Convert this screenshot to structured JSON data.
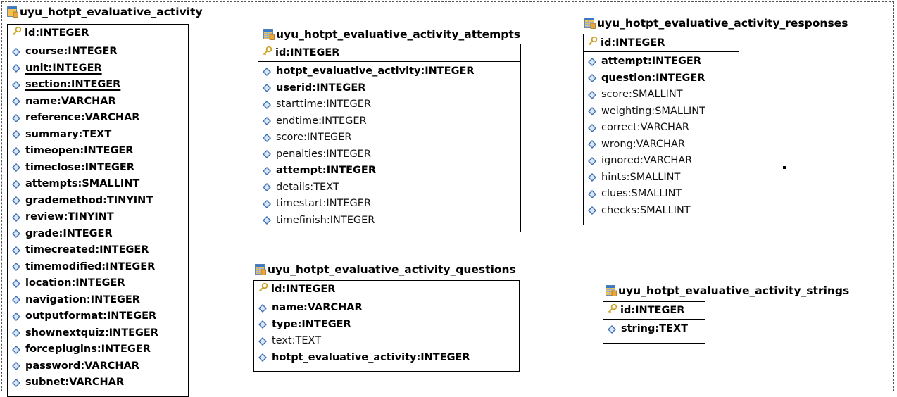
{
  "entities": {
    "activity": {
      "title": "uyu_hotpt_evaluative_activity",
      "pk": "id:INTEGER",
      "fields": [
        {
          "label": "course:INTEGER",
          "bold": true
        },
        {
          "label": "unit:INTEGER",
          "bold": true,
          "underline": true
        },
        {
          "label": "section:INTEGER",
          "bold": true,
          "underline": true
        },
        {
          "label": "name:VARCHAR",
          "bold": true
        },
        {
          "label": "reference:VARCHAR",
          "bold": true
        },
        {
          "label": "summary:TEXT",
          "bold": true
        },
        {
          "label": "timeopen:INTEGER",
          "bold": true
        },
        {
          "label": "timeclose:INTEGER",
          "bold": true
        },
        {
          "label": "attempts:SMALLINT",
          "bold": true
        },
        {
          "label": "grademethod:TINYINT",
          "bold": true
        },
        {
          "label": "review:TINYINT",
          "bold": true
        },
        {
          "label": "grade:INTEGER",
          "bold": true
        },
        {
          "label": "timecreated:INTEGER",
          "bold": true
        },
        {
          "label": "timemodified:INTEGER",
          "bold": true
        },
        {
          "label": "location:INTEGER",
          "bold": true
        },
        {
          "label": "navigation:INTEGER",
          "bold": true
        },
        {
          "label": "outputformat:INTEGER",
          "bold": true
        },
        {
          "label": "shownextquiz:INTEGER",
          "bold": true
        },
        {
          "label": "forceplugins:INTEGER",
          "bold": true
        },
        {
          "label": "password:VARCHAR",
          "bold": true
        },
        {
          "label": "subnet:VARCHAR",
          "bold": true
        }
      ]
    },
    "attempts": {
      "title": "uyu_hotpt_evaluative_activity_attempts",
      "pk": "id:INTEGER",
      "fields": [
        {
          "label": "hotpt_evaluative_activity:INTEGER",
          "bold": true
        },
        {
          "label": "userid:INTEGER",
          "bold": true
        },
        {
          "label": "starttime:INTEGER",
          "bold": false
        },
        {
          "label": "endtime:INTEGER",
          "bold": false
        },
        {
          "label": "score:INTEGER",
          "bold": false
        },
        {
          "label": "penalties:INTEGER",
          "bold": false
        },
        {
          "label": "attempt:INTEGER",
          "bold": true
        },
        {
          "label": "details:TEXT",
          "bold": false
        },
        {
          "label": "timestart:INTEGER",
          "bold": false
        },
        {
          "label": "timefinish:INTEGER",
          "bold": false
        }
      ]
    },
    "responses": {
      "title": "uyu_hotpt_evaluative_activity_responses",
      "pk": "id:INTEGER",
      "fields": [
        {
          "label": "attempt:INTEGER",
          "bold": true
        },
        {
          "label": "question:INTEGER",
          "bold": true
        },
        {
          "label": "score:SMALLINT",
          "bold": false
        },
        {
          "label": "weighting:SMALLINT",
          "bold": false
        },
        {
          "label": "correct:VARCHAR",
          "bold": false
        },
        {
          "label": "wrong:VARCHAR",
          "bold": false
        },
        {
          "label": "ignored:VARCHAR",
          "bold": false
        },
        {
          "label": "hints:SMALLINT",
          "bold": false
        },
        {
          "label": "clues:SMALLINT",
          "bold": false
        },
        {
          "label": "checks:SMALLINT",
          "bold": false
        }
      ]
    },
    "questions": {
      "title": "uyu_hotpt_evaluative_activity_questions",
      "pk": "id:INTEGER",
      "fields": [
        {
          "label": "name:VARCHAR",
          "bold": true
        },
        {
          "label": "type:INTEGER",
          "bold": true
        },
        {
          "label": "text:TEXT",
          "bold": false
        },
        {
          "label": "hotpt_evaluative_activity:INTEGER",
          "bold": true
        }
      ]
    },
    "strings": {
      "title": "uyu_hotpt_evaluative_activity_strings",
      "pk": "id:INTEGER",
      "fields": [
        {
          "label": "string:TEXT",
          "bold": true
        }
      ]
    }
  },
  "colors": {
    "field_icon": "#3b6fb6",
    "key_icon": "#c9a227",
    "table_icon_header": "#3a78c8",
    "table_icon_body": "#f2c14e"
  }
}
